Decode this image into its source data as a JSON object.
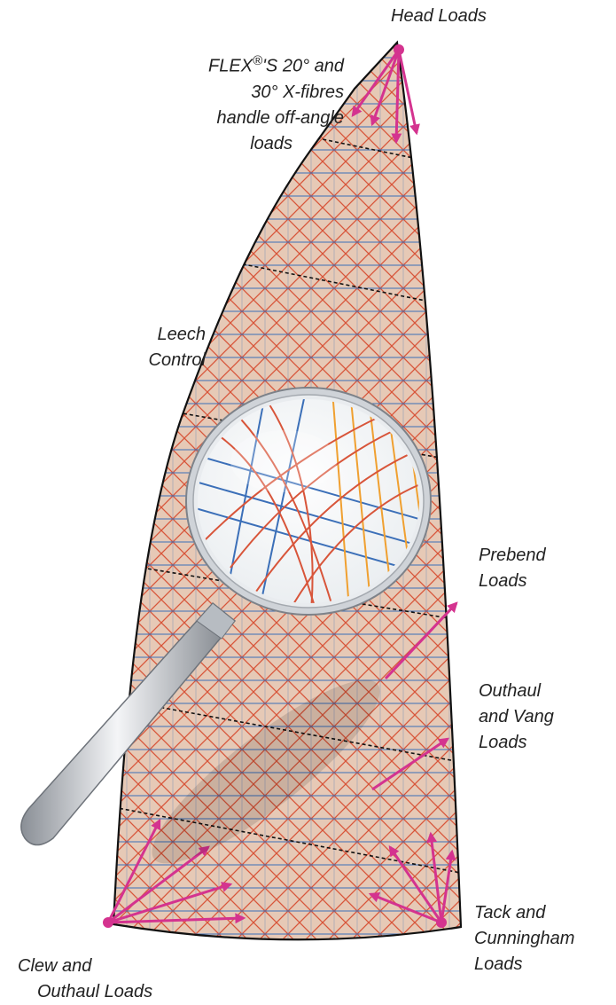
{
  "labels": {
    "head": "Head Loads",
    "flex_1": "FLEX",
    "flex_reg": "®",
    "flex_1b": "'S 20° and",
    "flex_2": "30° X-fibres",
    "flex_3": "handle off-angle",
    "flex_4": "loads",
    "leech_1": "Leech",
    "leech_2": "Control",
    "prebend_1": "Prebend",
    "prebend_2": "Loads",
    "outhaul_1": "Outhaul",
    "outhaul_2": "and Vang",
    "outhaul_3": "Loads",
    "tack_1": "Tack and",
    "tack_2": "Cunningham",
    "tack_3": "Loads",
    "clew_1": "Clew and",
    "clew_2": "Outhaul Loads"
  },
  "colors": {
    "sail_fill": "#e3c4b0",
    "fibre_red": "#d8553a",
    "fibre_blue": "#3b6fb8",
    "fibre_orange": "#f0a030",
    "arrow": "#d4338f",
    "outline": "#111111"
  }
}
